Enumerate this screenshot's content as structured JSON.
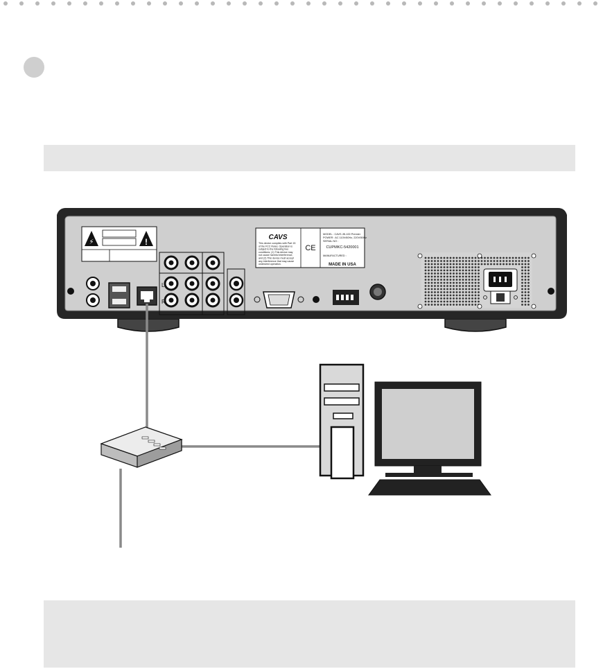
{
  "device": {
    "brand": "CAVS",
    "compliance_text": [
      "This device complies with Part 15",
      "of the FCC Rules. Operation is",
      "subject to the following two",
      "conditions: (1) This device may",
      "not cause harmful interference,",
      "and (2) This device must accept",
      "any interference that may cause",
      "undesired operation."
    ],
    "ce_mark": "CE",
    "model_line": "MODEL : CAVS JB-100 Premier",
    "power_line": "POWER : AC 110V/60Hz, 220V/50Hz",
    "serial_label": "SERIAL NO :",
    "serial_value": "CUPMKC-5420001",
    "manufactured_label": "MANUFACTURED :",
    "made_in": "MADE IN USA",
    "jack_left": "L",
    "jack_right": "R"
  },
  "colors": {
    "panel": "#262626",
    "panel_inner": "#c8c8c8",
    "cable": "#8a8a8a",
    "note_bg": "#e6e6e6"
  }
}
